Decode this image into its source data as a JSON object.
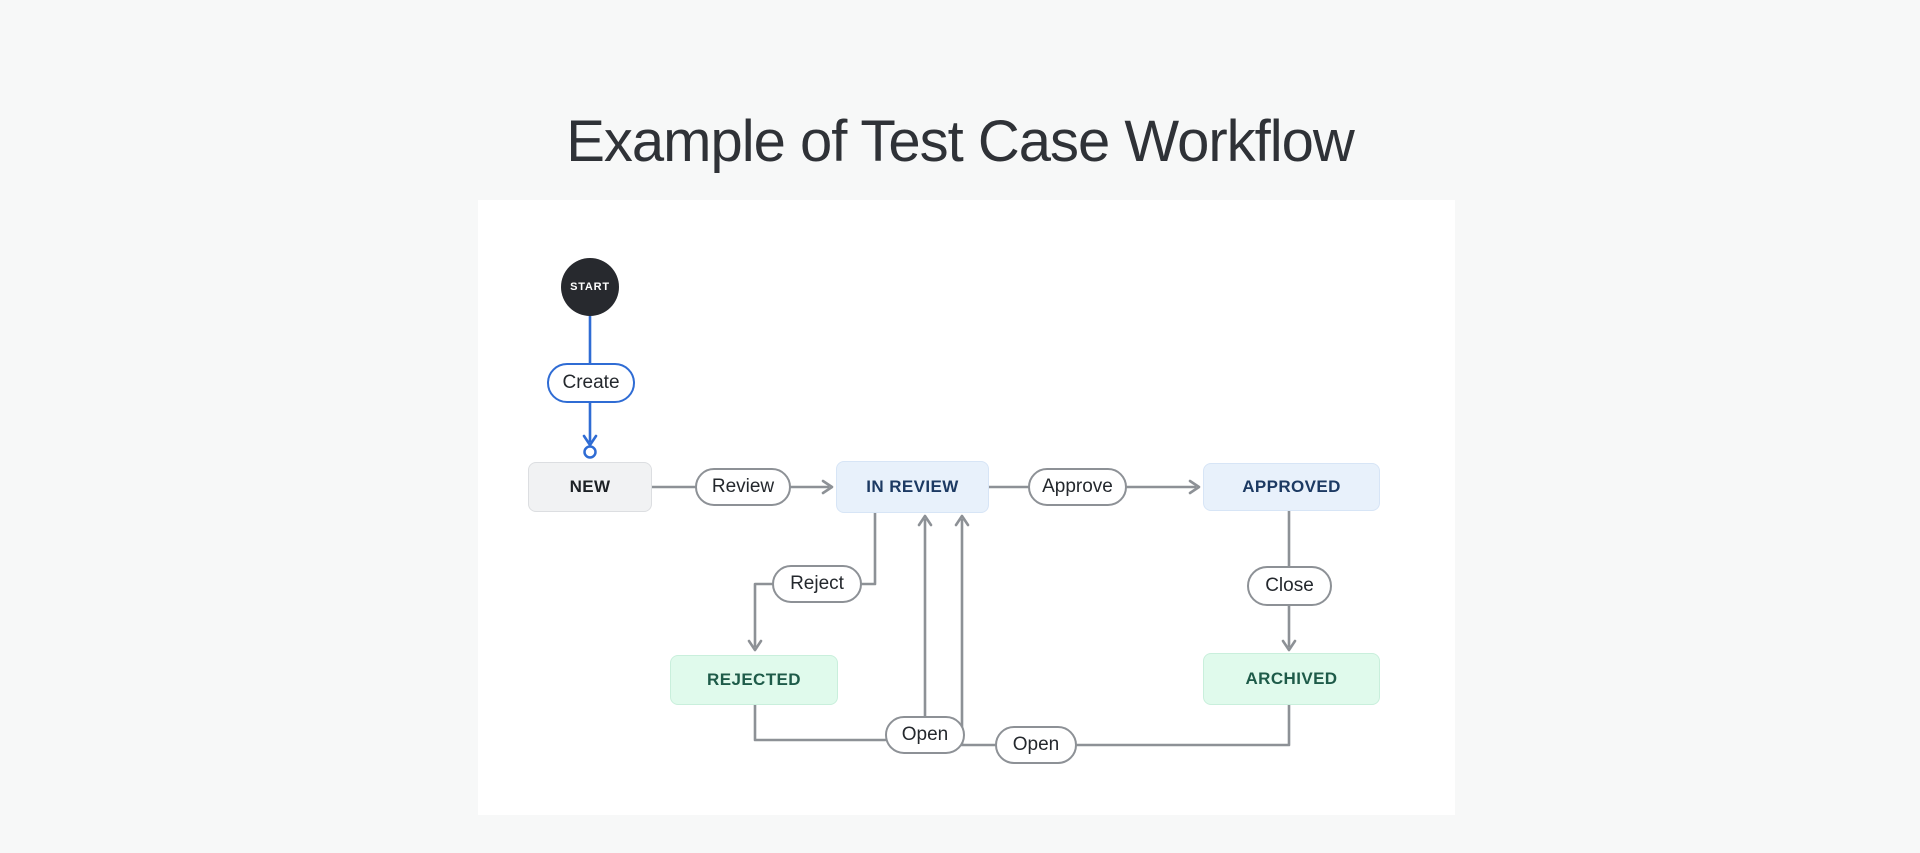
{
  "title": "Example of Test Case Workflow",
  "diagram": {
    "start_label": "START",
    "states": [
      {
        "id": "new",
        "label": "NEW",
        "kind": "neutral"
      },
      {
        "id": "in-review",
        "label": "IN REVIEW",
        "kind": "info"
      },
      {
        "id": "approved",
        "label": "APPROVED",
        "kind": "info"
      },
      {
        "id": "rejected",
        "label": "REJECTED",
        "kind": "success"
      },
      {
        "id": "archived",
        "label": "ARCHIVED",
        "kind": "success"
      }
    ],
    "transitions": [
      {
        "id": "create",
        "label": "Create",
        "from": "start",
        "to": "new",
        "accent": "blue"
      },
      {
        "id": "review",
        "label": "Review",
        "from": "new",
        "to": "in-review"
      },
      {
        "id": "approve",
        "label": "Approve",
        "from": "in-review",
        "to": "approved"
      },
      {
        "id": "reject",
        "label": "Reject",
        "from": "in-review",
        "to": "rejected"
      },
      {
        "id": "close",
        "label": "Close",
        "from": "approved",
        "to": "archived"
      },
      {
        "id": "open-rejected",
        "label": "Open",
        "from": "rejected",
        "to": "in-review"
      },
      {
        "id": "open-archived",
        "label": "Open",
        "from": "archived",
        "to": "in-review"
      }
    ],
    "colors": {
      "accent_blue": "#2f6cd4",
      "connector_gray": "#8d9196",
      "start_bg": "#27292e",
      "state_neutral_bg": "#f1f2f3",
      "state_info_bg": "#e8f1fb",
      "state_info_text": "#1c3a63",
      "state_success_bg": "#e0faec",
      "state_success_text": "#1e5b49"
    }
  }
}
